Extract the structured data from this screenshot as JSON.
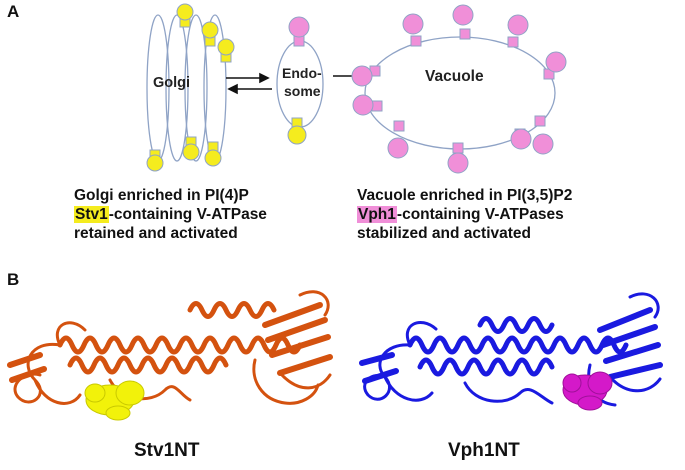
{
  "panel_a": {
    "label": "A",
    "golgi_label": "Golgi",
    "endosome_label_1": "Endo-",
    "endosome_label_2": "some",
    "vacuole_label": "Vacuole",
    "caption_left": {
      "line1": "Golgi enriched in PI(4)P",
      "line2_highlight": "Stv1",
      "line2_rest": "-containing V-ATPase",
      "line3": "retained and activated"
    },
    "caption_right": {
      "line1": "Vacuole enriched in PI(3,5)P2",
      "line2_highlight": "Vph1",
      "line2_rest": "-containing V-ATPases",
      "line3": "stabilized and activated"
    }
  },
  "panel_b": {
    "label": "B",
    "left_title": "Stv1NT",
    "right_title": "Vph1NT"
  },
  "colors": {
    "golgi_vatpase": "#f5ec1e",
    "vacuole_vatpase": "#f08fd8",
    "membrane": "#8fa3c6",
    "stv1_ribbon": "#d4520f",
    "vph1_ribbon": "#1a1ae0",
    "stv1_site": "#f2f20a",
    "vph1_site": "#d419c9"
  }
}
